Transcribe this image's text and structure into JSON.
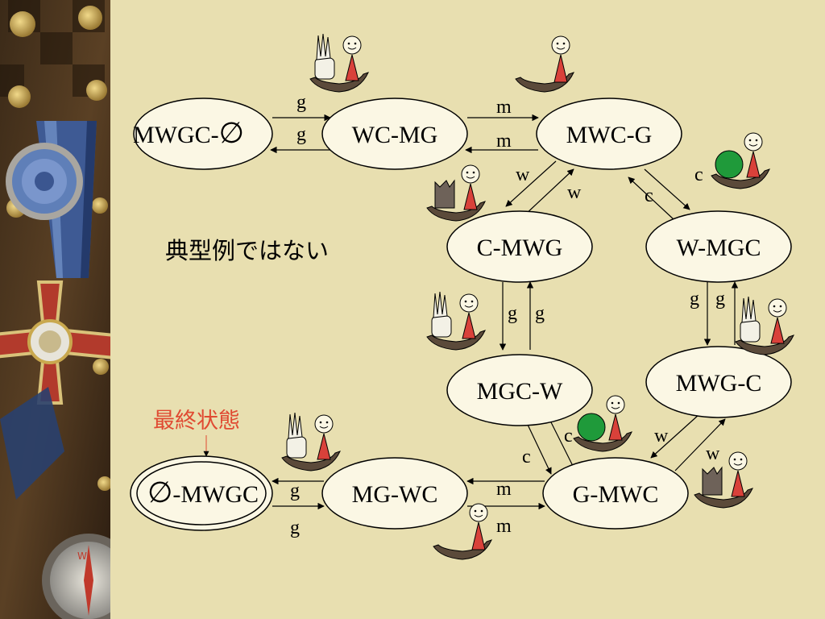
{
  "slide": {
    "note": "典型例ではない",
    "final_state_label": "最終状態",
    "colors": {
      "background": "#e8dfb0",
      "node_fill": "#fbf7e4",
      "arrow": "#000000",
      "final_label": "#e04a32",
      "boat": "#5b4a3a",
      "person": "#d9413a",
      "cabbage": "#1f9a3a",
      "wolf": "#6e6259",
      "goat": "#f3f1e6"
    }
  },
  "nodes": {
    "mwgc_empty": {
      "label": "MWGC-",
      "symbol": "∅"
    },
    "wc_mg": {
      "label": "WC-MG"
    },
    "mwc_g": {
      "label": "MWC-G"
    },
    "c_mwg": {
      "label": "C-MWG"
    },
    "w_mgc": {
      "label": "W-MGC"
    },
    "mgc_w": {
      "label": "MGC-W"
    },
    "mwg_c": {
      "label": "MWG-C"
    },
    "g_mwc": {
      "label": "G-MWC"
    },
    "mg_wc": {
      "label": "MG-WC"
    },
    "empty_mwgc": {
      "label": "-MWGC",
      "symbol": "∅",
      "final": true
    }
  },
  "edges": {
    "g1": "g",
    "g2": "g",
    "m1": "m",
    "m2": "m",
    "w1": "w",
    "w2": "w",
    "c1": "c",
    "c2": "c",
    "g3": "g",
    "g4": "g",
    "g5": "g",
    "g6": "g",
    "c3": "c",
    "c4": "c",
    "w3": "w",
    "w4": "w",
    "m3": "m",
    "m4": "m",
    "g7": "g",
    "g8": "g"
  },
  "boats": [
    {
      "id": "boat-goat-1",
      "cargo": "goat"
    },
    {
      "id": "boat-man-1",
      "cargo": "none"
    },
    {
      "id": "boat-wolf-1",
      "cargo": "wolf"
    },
    {
      "id": "boat-cabbage-1",
      "cargo": "cabbage"
    },
    {
      "id": "boat-goat-2",
      "cargo": "goat"
    },
    {
      "id": "boat-goat-3",
      "cargo": "goat"
    },
    {
      "id": "boat-cabbage-2",
      "cargo": "cabbage"
    },
    {
      "id": "boat-wolf-2",
      "cargo": "wolf"
    },
    {
      "id": "boat-goat-4",
      "cargo": "goat"
    },
    {
      "id": "boat-man-2",
      "cargo": "none"
    }
  ]
}
